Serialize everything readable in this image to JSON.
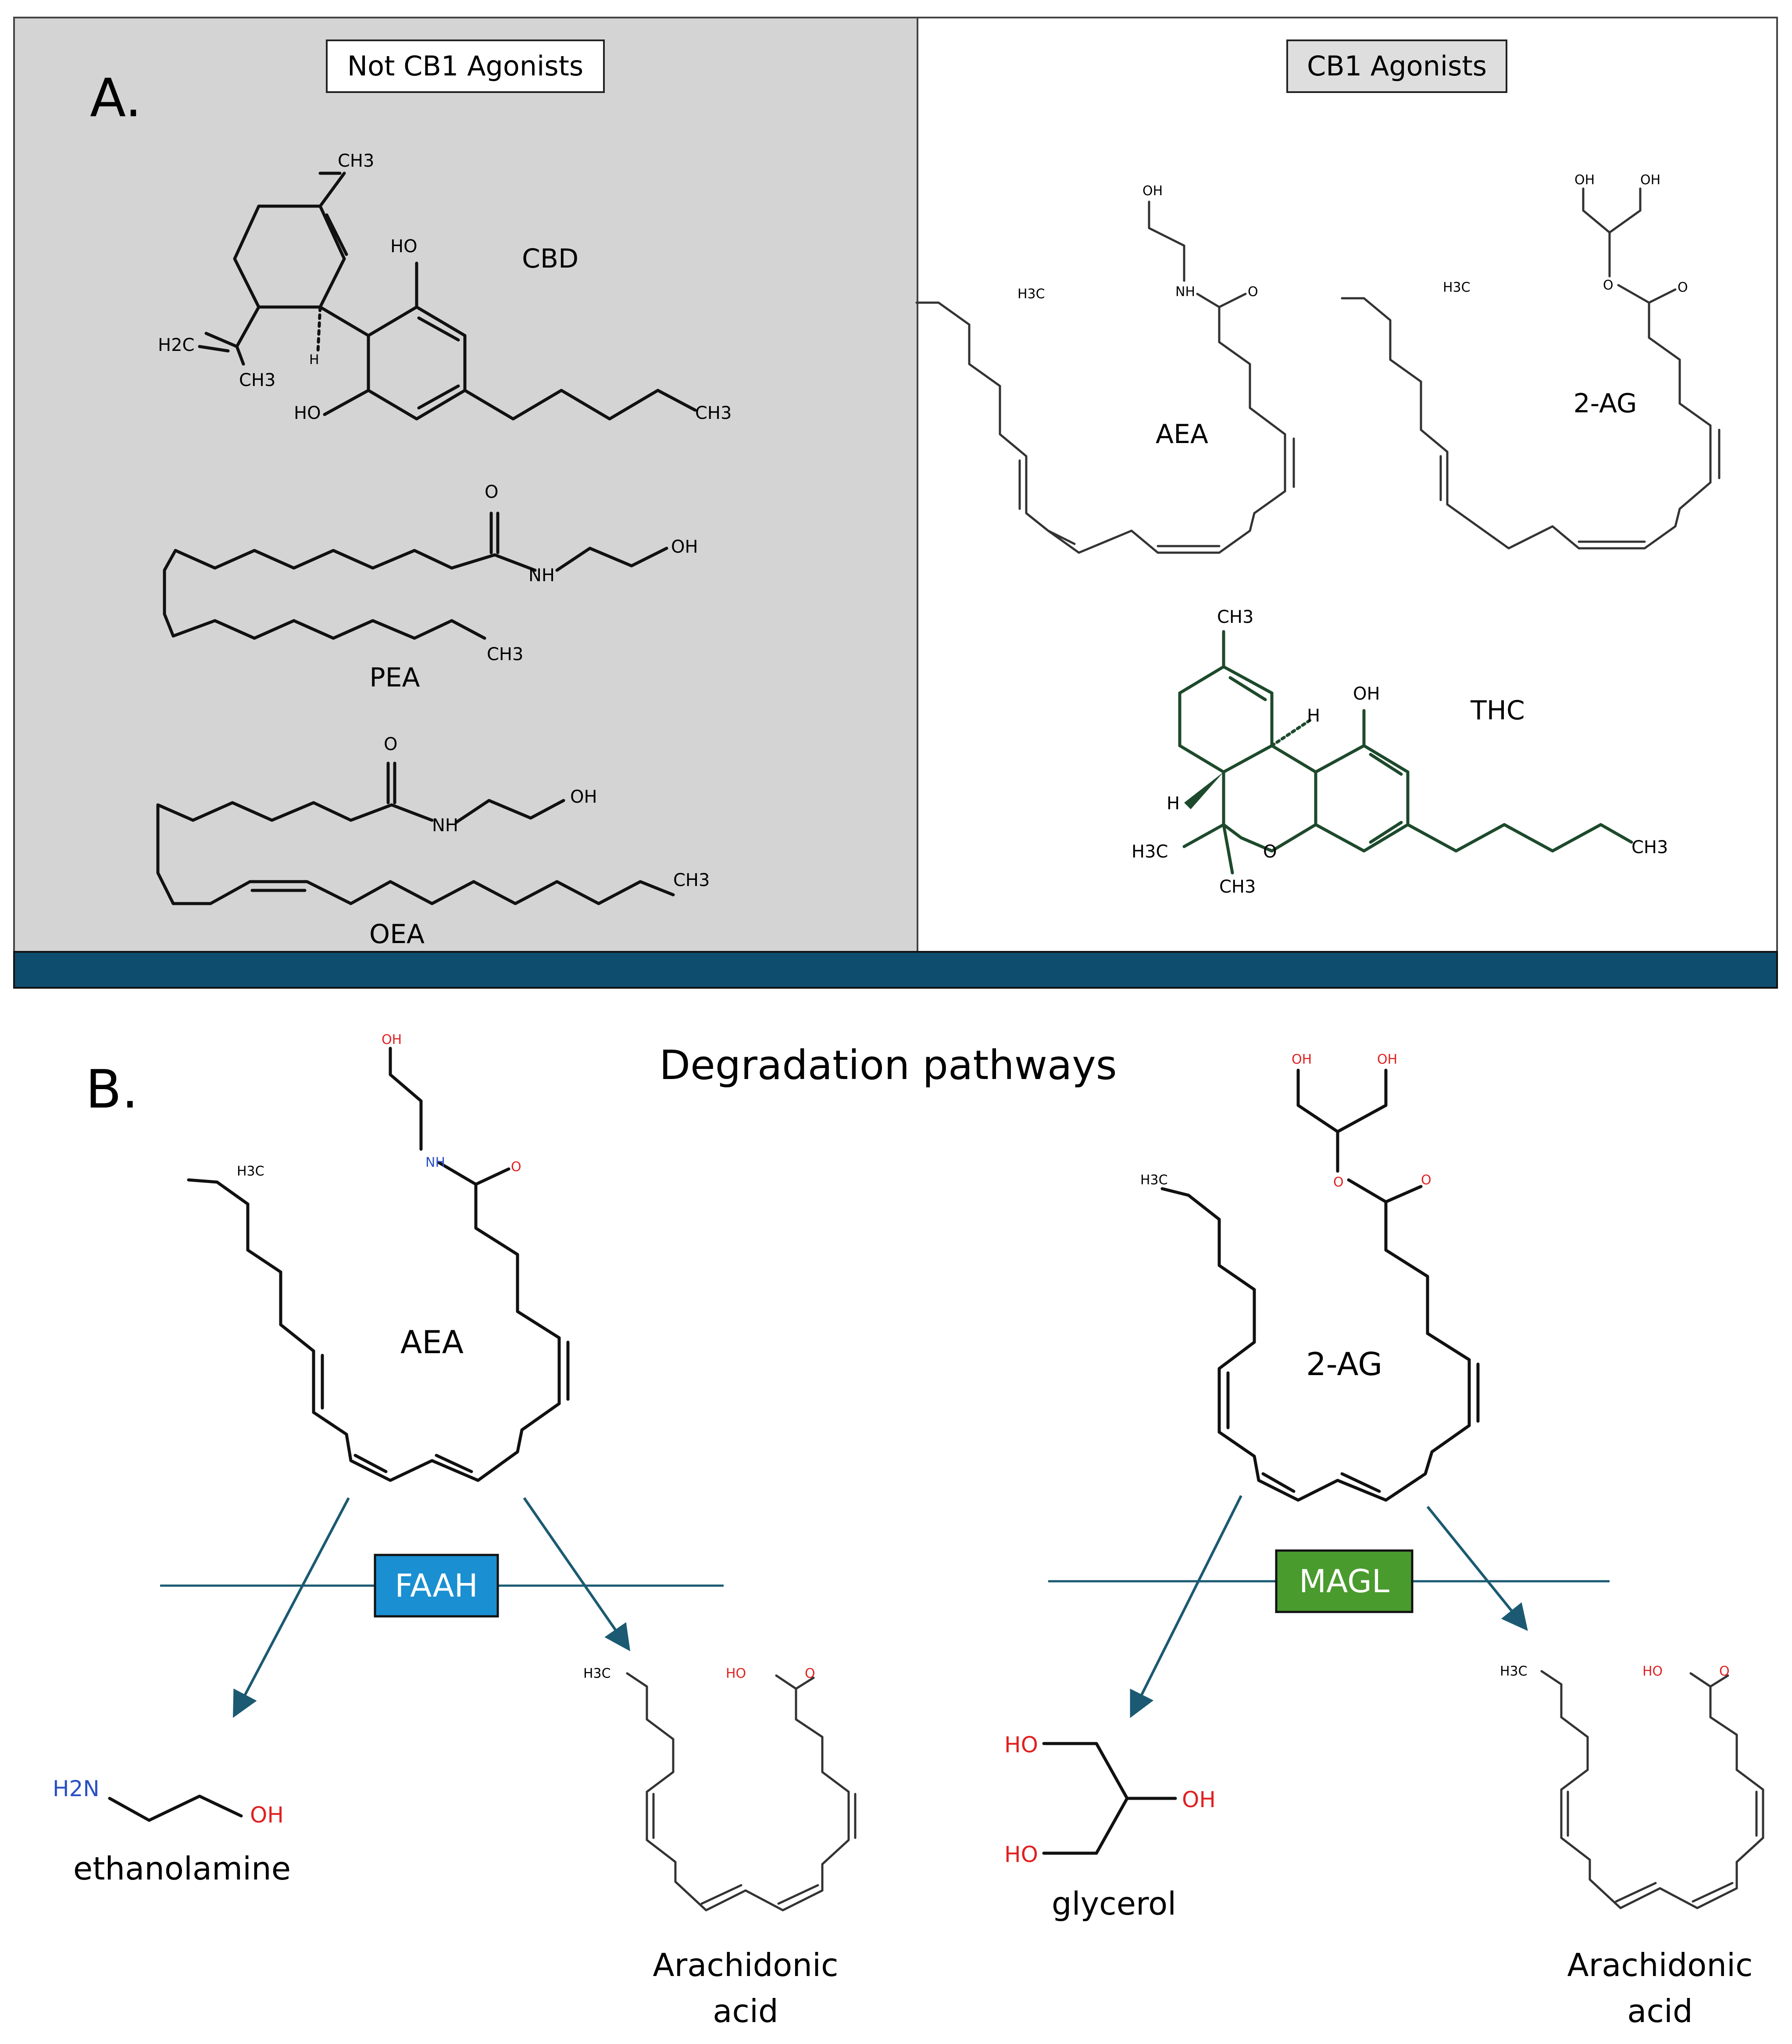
{
  "panel_a": {
    "letter": "A.",
    "left_header": "Not CB1 Agonists",
    "right_header": "CB1 Agonists",
    "molecules": {
      "cbd": "CBD",
      "pea": "PEA",
      "oea": "OEA",
      "aea": "AEA",
      "two_ag": "2-AG",
      "thc": "THC"
    }
  },
  "panel_b": {
    "letter": "B.",
    "title": "Degradation pathways",
    "aea": "AEA",
    "two_ag": "2-AG",
    "enzyme_faah": "FAAH",
    "enzyme_magl": "MAGL",
    "ethanolamine": "ethanolamine",
    "glycerol": "glycerol",
    "arachidonic_line1": "Arachidonic",
    "arachidonic_line2": "acid"
  },
  "atoms": {
    "ch3": "CH3",
    "h3c": "H3C",
    "h2c": "H2C",
    "h": "H",
    "ho": "HO",
    "oh": "OH",
    "o": "O",
    "nh": "NH",
    "h2n": "H2N"
  },
  "colors": {
    "panel_a_left_bg": "#d4d4d4",
    "divider_band": "#0f4d6e",
    "faah": "#1a8fd1",
    "magl": "#4a9b2e",
    "arrow": "#1b5a72",
    "oxygen": "#e02020",
    "nitrogen": "#2a4fc4",
    "thc_bonds": "#1d4a2c"
  }
}
